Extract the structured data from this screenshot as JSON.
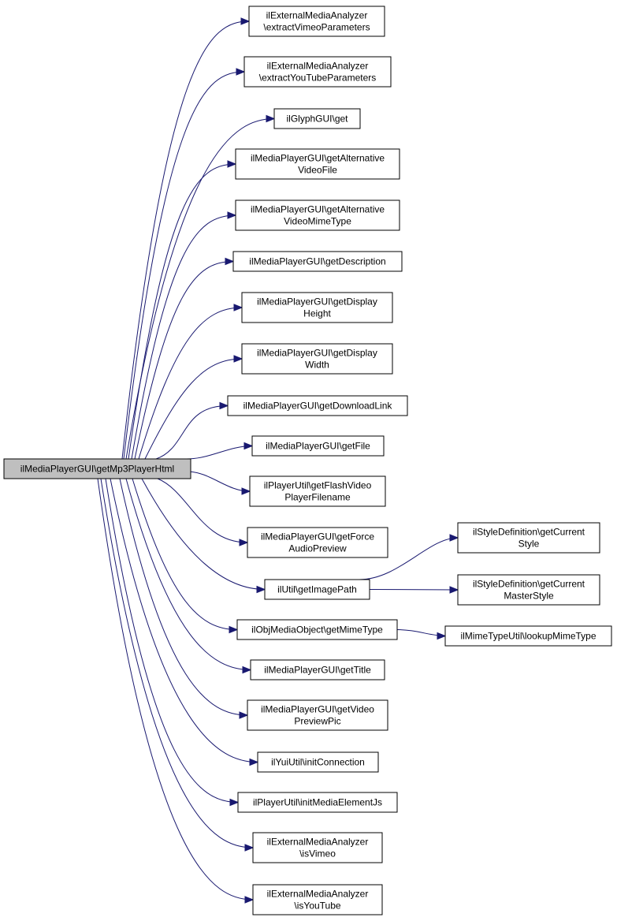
{
  "diagram": {
    "type": "call-graph",
    "colors": {
      "edge": "#191970",
      "root_fill": "#bfbfbf",
      "node_fill": "#ffffff",
      "node_border": "#000000"
    },
    "nodes": [
      {
        "id": "root",
        "lines": [
          "ilMediaPlayerGUI\\getMp3PlayerHtml"
        ],
        "root": true
      },
      {
        "id": "n1",
        "lines": [
          "ilExternalMediaAnalyzer",
          "\\extractVimeoParameters"
        ]
      },
      {
        "id": "n2",
        "lines": [
          "ilExternalMediaAnalyzer",
          "\\extractYouTubeParameters"
        ]
      },
      {
        "id": "n3",
        "lines": [
          "ilGlyphGUI\\get"
        ]
      },
      {
        "id": "n4",
        "lines": [
          "ilMediaPlayerGUI\\getAlternative",
          "VideoFile"
        ]
      },
      {
        "id": "n5",
        "lines": [
          "ilMediaPlayerGUI\\getAlternative",
          "VideoMimeType"
        ]
      },
      {
        "id": "n6",
        "lines": [
          "ilMediaPlayerGUI\\getDescription"
        ]
      },
      {
        "id": "n7",
        "lines": [
          "ilMediaPlayerGUI\\getDisplay",
          "Height"
        ]
      },
      {
        "id": "n8",
        "lines": [
          "ilMediaPlayerGUI\\getDisplay",
          "Width"
        ]
      },
      {
        "id": "n9",
        "lines": [
          "ilMediaPlayerGUI\\getDownloadLink"
        ]
      },
      {
        "id": "n10",
        "lines": [
          "ilMediaPlayerGUI\\getFile"
        ]
      },
      {
        "id": "n11",
        "lines": [
          "ilPlayerUtil\\getFlashVideo",
          "PlayerFilename"
        ]
      },
      {
        "id": "n12",
        "lines": [
          "ilMediaPlayerGUI\\getForce",
          "AudioPreview"
        ]
      },
      {
        "id": "n13",
        "lines": [
          "ilUtil\\getImagePath"
        ]
      },
      {
        "id": "n14",
        "lines": [
          "ilObjMediaObject\\getMimeType"
        ]
      },
      {
        "id": "n15",
        "lines": [
          "ilMediaPlayerGUI\\getTitle"
        ]
      },
      {
        "id": "n16",
        "lines": [
          "ilMediaPlayerGUI\\getVideo",
          "PreviewPic"
        ]
      },
      {
        "id": "n17",
        "lines": [
          "ilYuiUtil\\initConnection"
        ]
      },
      {
        "id": "n18",
        "lines": [
          "ilPlayerUtil\\initMediaElementJs"
        ]
      },
      {
        "id": "n19",
        "lines": [
          "ilExternalMediaAnalyzer",
          "\\isVimeo"
        ]
      },
      {
        "id": "n20",
        "lines": [
          "ilExternalMediaAnalyzer",
          "\\isYouTube"
        ]
      },
      {
        "id": "n21",
        "lines": [
          "ilStyleDefinition\\getCurrent",
          "Style"
        ]
      },
      {
        "id": "n22",
        "lines": [
          "ilStyleDefinition\\getCurrent",
          "MasterStyle"
        ]
      },
      {
        "id": "n23",
        "lines": [
          "ilMimeTypeUtil\\lookupMimeType"
        ]
      }
    ],
    "edges": [
      {
        "from": "root",
        "to": "n1"
      },
      {
        "from": "root",
        "to": "n2"
      },
      {
        "from": "root",
        "to": "n3"
      },
      {
        "from": "root",
        "to": "n4"
      },
      {
        "from": "root",
        "to": "n5"
      },
      {
        "from": "root",
        "to": "n6"
      },
      {
        "from": "root",
        "to": "n7"
      },
      {
        "from": "root",
        "to": "n8"
      },
      {
        "from": "root",
        "to": "n9"
      },
      {
        "from": "root",
        "to": "n10"
      },
      {
        "from": "root",
        "to": "n11"
      },
      {
        "from": "root",
        "to": "n12"
      },
      {
        "from": "root",
        "to": "n13"
      },
      {
        "from": "root",
        "to": "n14"
      },
      {
        "from": "root",
        "to": "n15"
      },
      {
        "from": "root",
        "to": "n16"
      },
      {
        "from": "root",
        "to": "n17"
      },
      {
        "from": "root",
        "to": "n18"
      },
      {
        "from": "root",
        "to": "n19"
      },
      {
        "from": "root",
        "to": "n20"
      },
      {
        "from": "n13",
        "to": "n21"
      },
      {
        "from": "n13",
        "to": "n22"
      },
      {
        "from": "n14",
        "to": "n23"
      }
    ]
  }
}
